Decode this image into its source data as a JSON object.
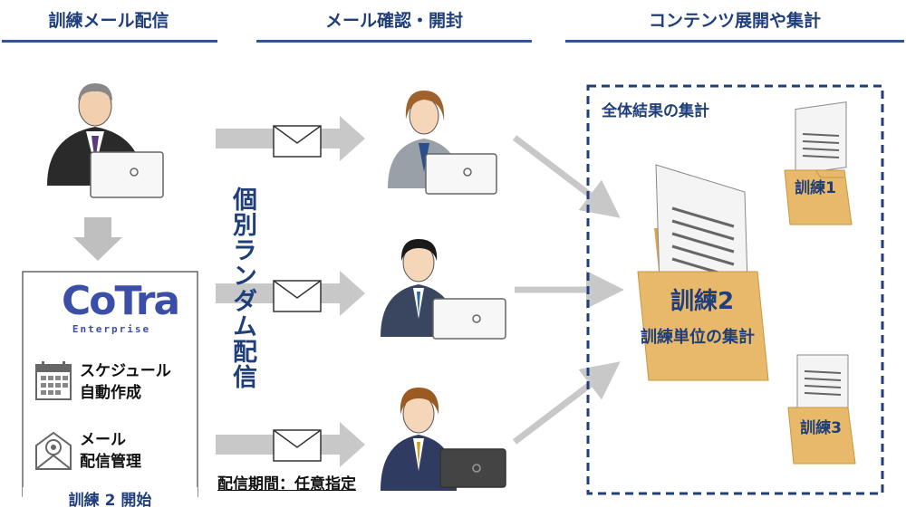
{
  "headers": {
    "send": "訓練メール配信",
    "confirm": "メール確認・開封",
    "deploy": "コンテンツ展開や集計"
  },
  "random_delivery": "個別ランダム配信",
  "delivery_period": "配信期間：任意指定",
  "system": {
    "logo_main": "CoTra",
    "logo_sub": "Enterprise",
    "schedule_line1": "スケジュール",
    "schedule_line2": "自動作成",
    "mail_line1": "メール",
    "mail_line2": "配信管理",
    "start_label": "訓練 2 開始"
  },
  "results": {
    "title": "全体結果の集計",
    "folder_small_top": "訓練1",
    "folder_main": "訓練2",
    "folder_main_sub": "訓練単位の集計",
    "folder_small_bottom": "訓練3"
  },
  "colors": {
    "navy": "#1f3e7a",
    "header_line": "#2f5597",
    "arrow_gray": "#bfbfbf",
    "folder": "#e8b96a",
    "logo": "#3b4ea8"
  }
}
